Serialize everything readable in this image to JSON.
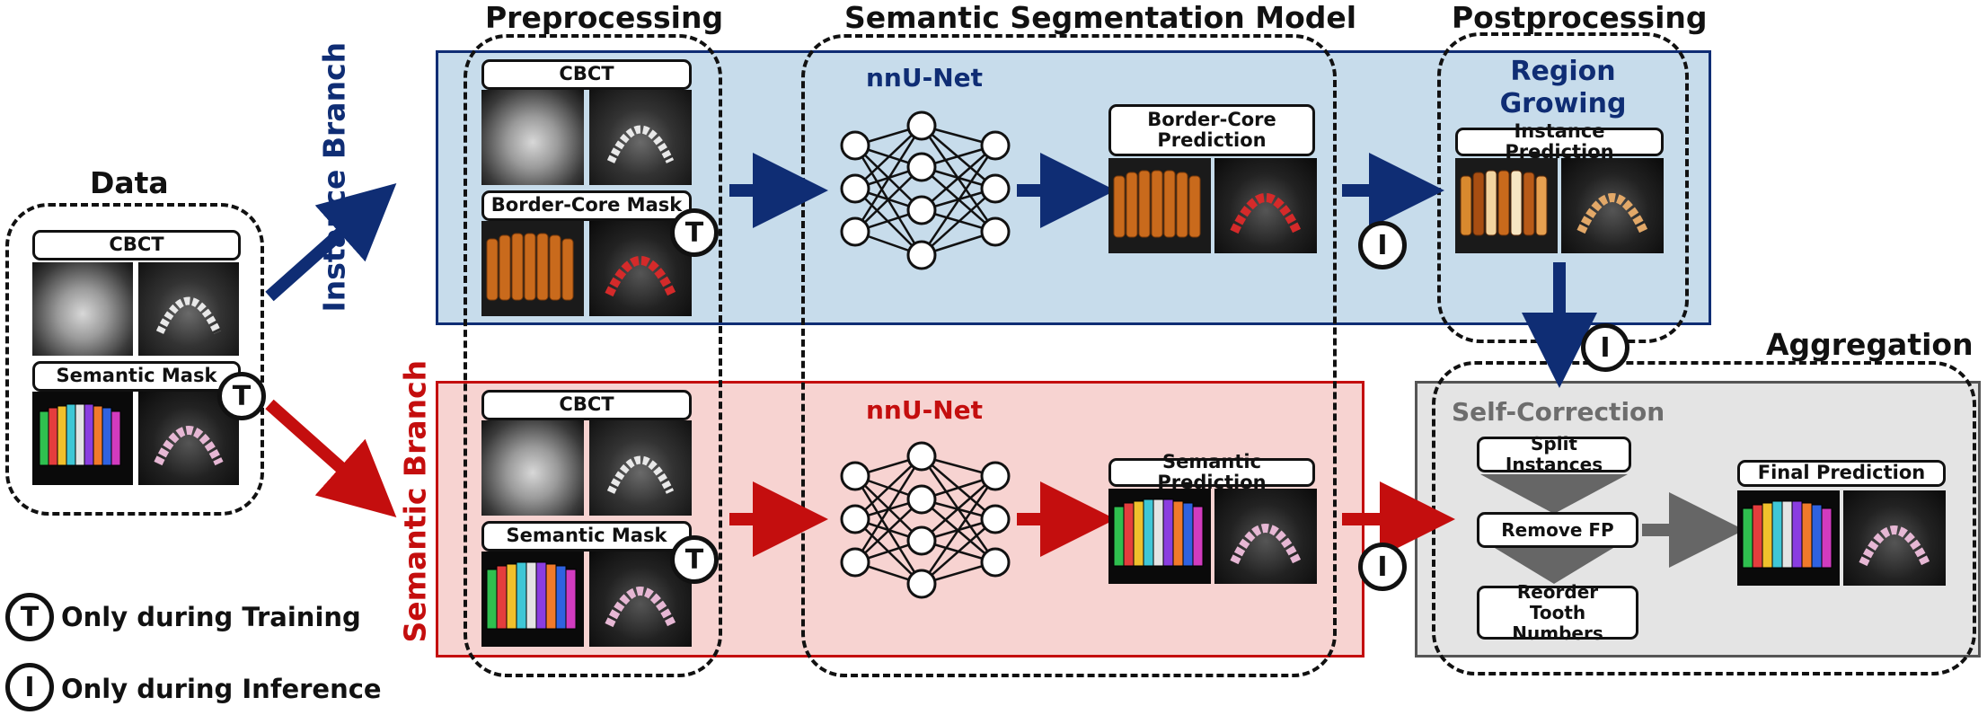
{
  "sections": {
    "data": "Data",
    "preprocessing": "Preprocessing",
    "model": "Semantic Segmentation Model",
    "postprocessing": "Postprocessing",
    "aggregation": "Aggregation"
  },
  "branches": {
    "instance": "Instance Branch",
    "semantic": "Semantic Branch"
  },
  "labels": {
    "data_cbct": "CBCT",
    "data_mask": "Semantic Mask",
    "inst_cbct": "CBCT",
    "inst_mask": "Border-Core Mask",
    "sem_cbct": "CBCT",
    "sem_mask": "Semantic Mask",
    "border_core_pred": "Border-Core Prediction",
    "semantic_pred": "Semantic Prediction",
    "instance_pred": "Instance Prediction",
    "final_pred": "Final Prediction"
  },
  "networks": {
    "instance_net": "nnU-Net",
    "semantic_net": "nnU-Net"
  },
  "postprocessing": {
    "region_growing": "Region Growing"
  },
  "aggregation": {
    "self_correction": "Self-Correction",
    "split": "Split Instances",
    "remove_fp": "Remove FP",
    "reorder": "Reorder Tooth Numbers"
  },
  "badges": {
    "training": "T",
    "inference": "I"
  },
  "legend": {
    "training": "Only during Training",
    "inference": "Only during Inference"
  },
  "colors": {
    "instance_blue": "#0f2d74",
    "semantic_red": "#c40e0e",
    "instance_band": "#c7dceb",
    "semantic_band": "#f7d3d1",
    "aggregation_band": "#e4e4e4",
    "self_correction_gray": "#6d6d6d",
    "tooth_orange": "#c96a1c"
  },
  "icons": [
    "neural-network-icon",
    "arrow-icon",
    "cbct-scan-image",
    "tooth-mask-image"
  ]
}
